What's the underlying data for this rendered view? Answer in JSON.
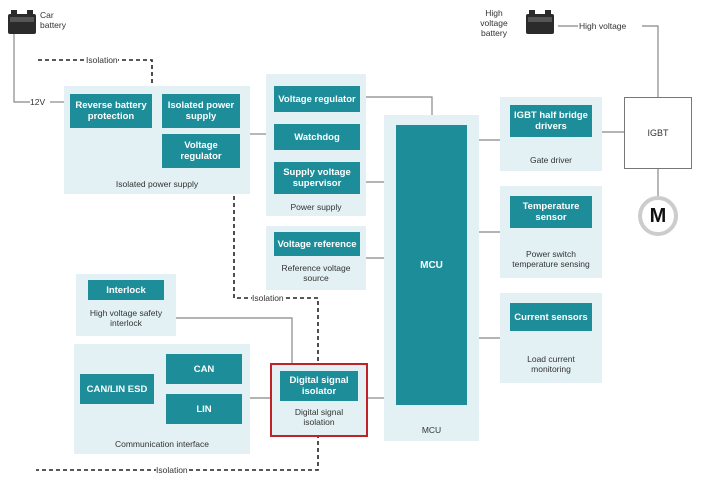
{
  "labels": {
    "car_battery": "Car\nbattery",
    "hv_battery": "High\nvoltage\nbattery",
    "high_voltage": "High voltage",
    "twelve_v": "12V",
    "isolation": "Isolation",
    "igbt": "IGBT",
    "motor": "M"
  },
  "groups": {
    "isolated_power_supply": {
      "caption": "Isolated power supply",
      "blocks": {
        "reverse_battery": "Reverse battery\nprotection",
        "isolated_power": "Isolated power\nsupply",
        "voltage_regulator": "Voltage\nregulator"
      }
    },
    "power_supply": {
      "caption": "Power supply",
      "blocks": {
        "voltage_regulator": "Voltage regulator",
        "watchdog": "Watchdog",
        "supervisor": "Supply voltage\nsupervisor"
      }
    },
    "reference_voltage": {
      "caption": "Reference voltage\nsource",
      "block": "Voltage reference"
    },
    "hv_interlock": {
      "caption": "High voltage safety\ninterlock",
      "block": "Interlock"
    },
    "communication": {
      "caption": "Communication interface",
      "blocks": {
        "esd": "CAN/LIN ESD",
        "can": "CAN",
        "lin": "LIN"
      }
    },
    "digital_isolation": {
      "caption": "Digital signal\nisolation",
      "block": "Digital signal\nisolator"
    },
    "mcu": {
      "caption": "MCU",
      "block": "MCU"
    },
    "gate_driver": {
      "caption": "Gate driver",
      "block": "IGBT half bridge\ndrivers"
    },
    "temp_sensing": {
      "caption": "Power switch\ntemperature sensing",
      "block": "Temperature\nsensor"
    },
    "current_monitoring": {
      "caption": "Load current\nmonitoring",
      "block": "Current sensors"
    }
  },
  "colors": {
    "block": "#1c8d99",
    "group": "#e3f1f4",
    "highlight": "#c0222a",
    "wire": "#888888"
  }
}
